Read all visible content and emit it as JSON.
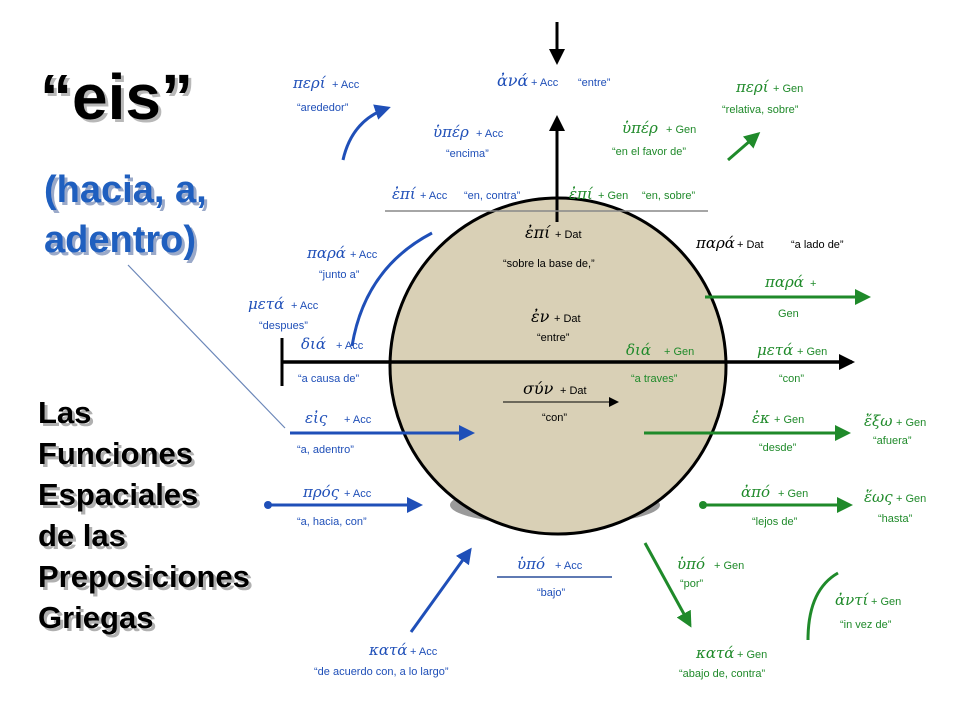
{
  "title": {
    "quote": "“eis”",
    "line1": "(hacia, a,",
    "line2": "adentro)"
  },
  "side_title": [
    "Las",
    "Funciones",
    "Espaciales",
    "de las",
    "Preposiciones",
    "Griegas"
  ],
  "colors": {
    "blue": "#1f4fb8",
    "green": "#1f8a2a",
    "black": "#000000",
    "circle": "#d9d0b6"
  },
  "labels": {
    "ana": {
      "greek": "ἀνά",
      "case": "+ Acc",
      "meaning": "“entre”"
    },
    "peri_acc": {
      "greek": "περί",
      "case": "+ Acc",
      "meaning": "“arededor”"
    },
    "huper_acc": {
      "greek": "ὑπέρ",
      "case": "+ Acc",
      "meaning": "“encima”"
    },
    "huper_gen": {
      "greek": "ὑπέρ",
      "case": "+ Gen",
      "meaning": "“en el favor de”"
    },
    "peri_gen": {
      "greek": "περί",
      "case": "+ Gen",
      "meaning": "“relativa, sobre”"
    },
    "epi_acc": {
      "greek": "ἐπί",
      "case": "+ Acc",
      "meaning": "“en, contra”"
    },
    "epi_gen": {
      "greek": "ἐπί",
      "case": "+ Gen",
      "meaning": "“en, sobre”"
    },
    "epi_dat": {
      "greek": "ἐπί",
      "case": "+ Dat",
      "meaning": "“sobre la base de,”"
    },
    "para_acc": {
      "greek": "παρά",
      "case": "+ Acc",
      "meaning": "“junto a”"
    },
    "para_dat": {
      "greek": "παρά",
      "case": "+ Dat",
      "meaning": "“a lado de”"
    },
    "para_gen": {
      "greek": "παρά",
      "case": "+",
      "case2": "Gen"
    },
    "meta_acc": {
      "greek": "μετά",
      "case": "+ Acc",
      "meaning": "“despues”"
    },
    "en_dat": {
      "greek": "ἐν",
      "case": "+ Dat",
      "meaning": "“entre”"
    },
    "dia_acc": {
      "greek": "διά",
      "case": "+ Acc",
      "meaning": "“a causa de”"
    },
    "dia_gen": {
      "greek": "διά",
      "case": "+ Gen",
      "meaning": "“a traves”"
    },
    "meta_gen": {
      "greek": "μετά",
      "case": "+ Gen",
      "meaning": "“con”"
    },
    "sun_dat": {
      "greek": "σύν",
      "case": "+ Dat",
      "meaning": "“con”"
    },
    "eis_acc": {
      "greek": "εἰς",
      "case": "+ Acc",
      "meaning": "“a, adentro”"
    },
    "ek_gen": {
      "greek": "ἐκ",
      "case": "+ Gen",
      "meaning": "“desde”"
    },
    "exo_gen": {
      "greek": "ἔξω",
      "case": "+ Gen",
      "meaning": "“afuera”"
    },
    "pros_acc": {
      "greek": "πρός",
      "case": "+ Acc",
      "meaning": "“a, hacia, con”"
    },
    "apo_gen": {
      "greek": "ἀπό",
      "case": "+ Gen",
      "meaning": "“lejos de”"
    },
    "heos_gen": {
      "greek": "ἕως",
      "case": "+ Gen",
      "meaning": "“hasta”"
    },
    "hupo_acc": {
      "greek": "ὑπό",
      "case": "+ Acc",
      "meaning": "“bajo”"
    },
    "hupo_gen": {
      "greek": "ὑπό",
      "case": "+ Gen",
      "meaning": "“por”"
    },
    "anti_gen": {
      "greek": "ἀντί",
      "case": "+ Gen",
      "meaning": "“in vez de”"
    },
    "kata_acc": {
      "greek": "κατά",
      "case": "+ Acc",
      "meaning": "“de acuerdo con, a lo largo”"
    },
    "kata_gen": {
      "greek": "κατά",
      "case": "+ Gen",
      "meaning": "“abajo de, contra”"
    }
  }
}
